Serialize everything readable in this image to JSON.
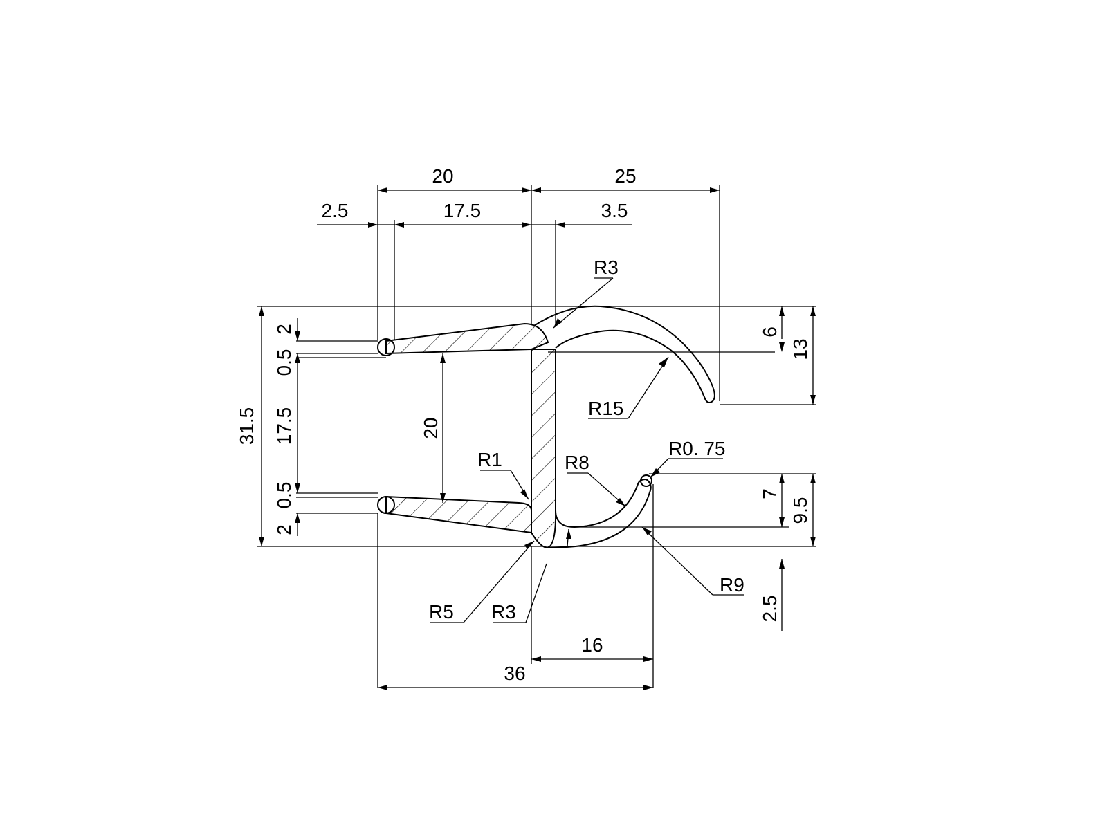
{
  "colors": {
    "line": "#000000",
    "background": "#ffffff"
  },
  "dimensions": {
    "top_left_width": "20",
    "top_right_width": "25",
    "lip_offset": "2.5",
    "inner_width": "17.5",
    "web_offset": "3.5",
    "total_height": "31.5",
    "upper_lip": "2",
    "upper_gap": "0.5",
    "opening": "17.5",
    "lower_gap": "0.5",
    "lower_lip": "2",
    "inner_height": "20",
    "hook_drop": "6",
    "hook_height": "13",
    "lower_hook_height": "7",
    "lower_hook_total": "9.5",
    "bottom_offset": "2.5",
    "lower_hook_width": "16",
    "total_width": "36"
  },
  "radii": {
    "top_fillet": "R3",
    "hook_outer": "R15",
    "inner_fillet": "R1",
    "lower_inner": "R8",
    "lower_tip": "R0. 75",
    "lower_outer": "R9",
    "bottom_left": "R5",
    "bottom_fillet": "R3"
  }
}
